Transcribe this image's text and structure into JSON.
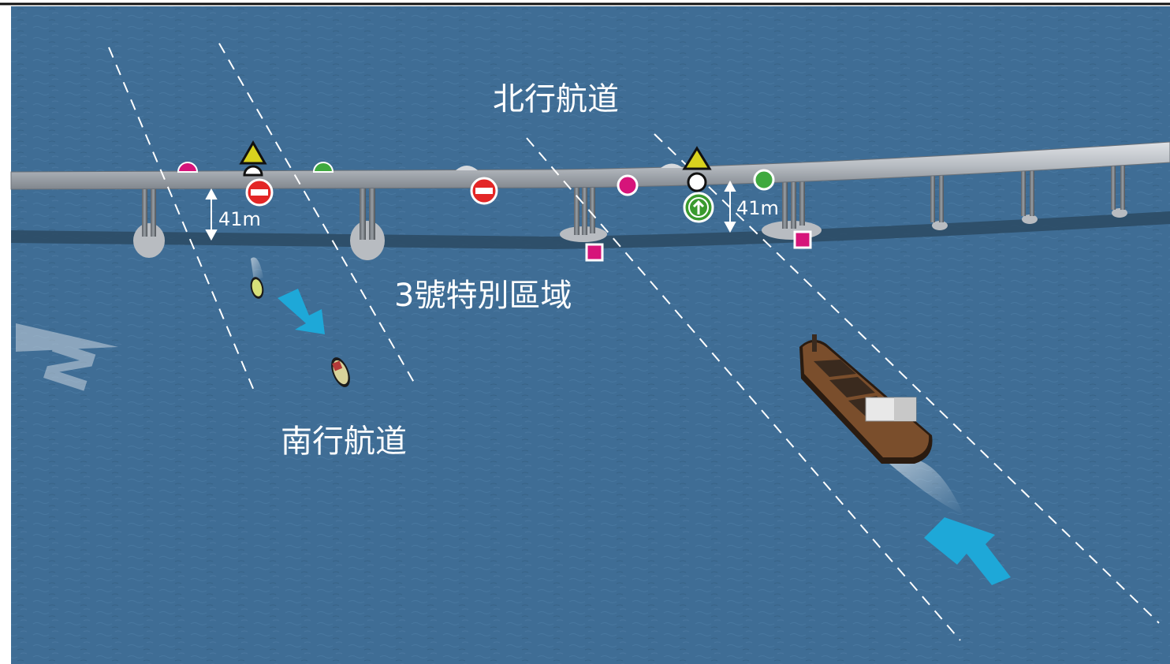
{
  "labels": {
    "northbound": "北行航道",
    "southbound": "南行航道",
    "special_area": "3號特別區域",
    "clearance_left": "41m",
    "clearance_right": "41m"
  },
  "north_arrow": {
    "letter": "N"
  },
  "colors": {
    "sea": "#3f6d95",
    "sea_dark": "#355f86",
    "bridge": "#c3c7cc",
    "bridge_shadow": "#2c4a63",
    "lane_line": "#ffffff",
    "direction_arrow": "#1ea8d8",
    "prohibition_red": "#e32626",
    "magenta_marker": "#d6147a",
    "green_marker": "#3fa93f",
    "yellow_marker": "#d8d21e",
    "ship_hull": "#7a4e2c"
  },
  "markers": [
    {
      "name": "no-entry-sign-left",
      "icon": "no-entry-icon"
    },
    {
      "name": "no-entry-sign-middle",
      "icon": "no-entry-icon"
    },
    {
      "name": "proceed-ahead-sign",
      "icon": "arrow-up-icon"
    },
    {
      "name": "yellow-triangle-left",
      "icon": "triangle-icon"
    },
    {
      "name": "yellow-triangle-right",
      "icon": "triangle-icon"
    },
    {
      "name": "magenta-circle",
      "icon": "circle-icon"
    },
    {
      "name": "green-circle",
      "icon": "circle-icon"
    },
    {
      "name": "magenta-square-left",
      "icon": "square-icon"
    },
    {
      "name": "magenta-square-right",
      "icon": "square-icon"
    }
  ]
}
